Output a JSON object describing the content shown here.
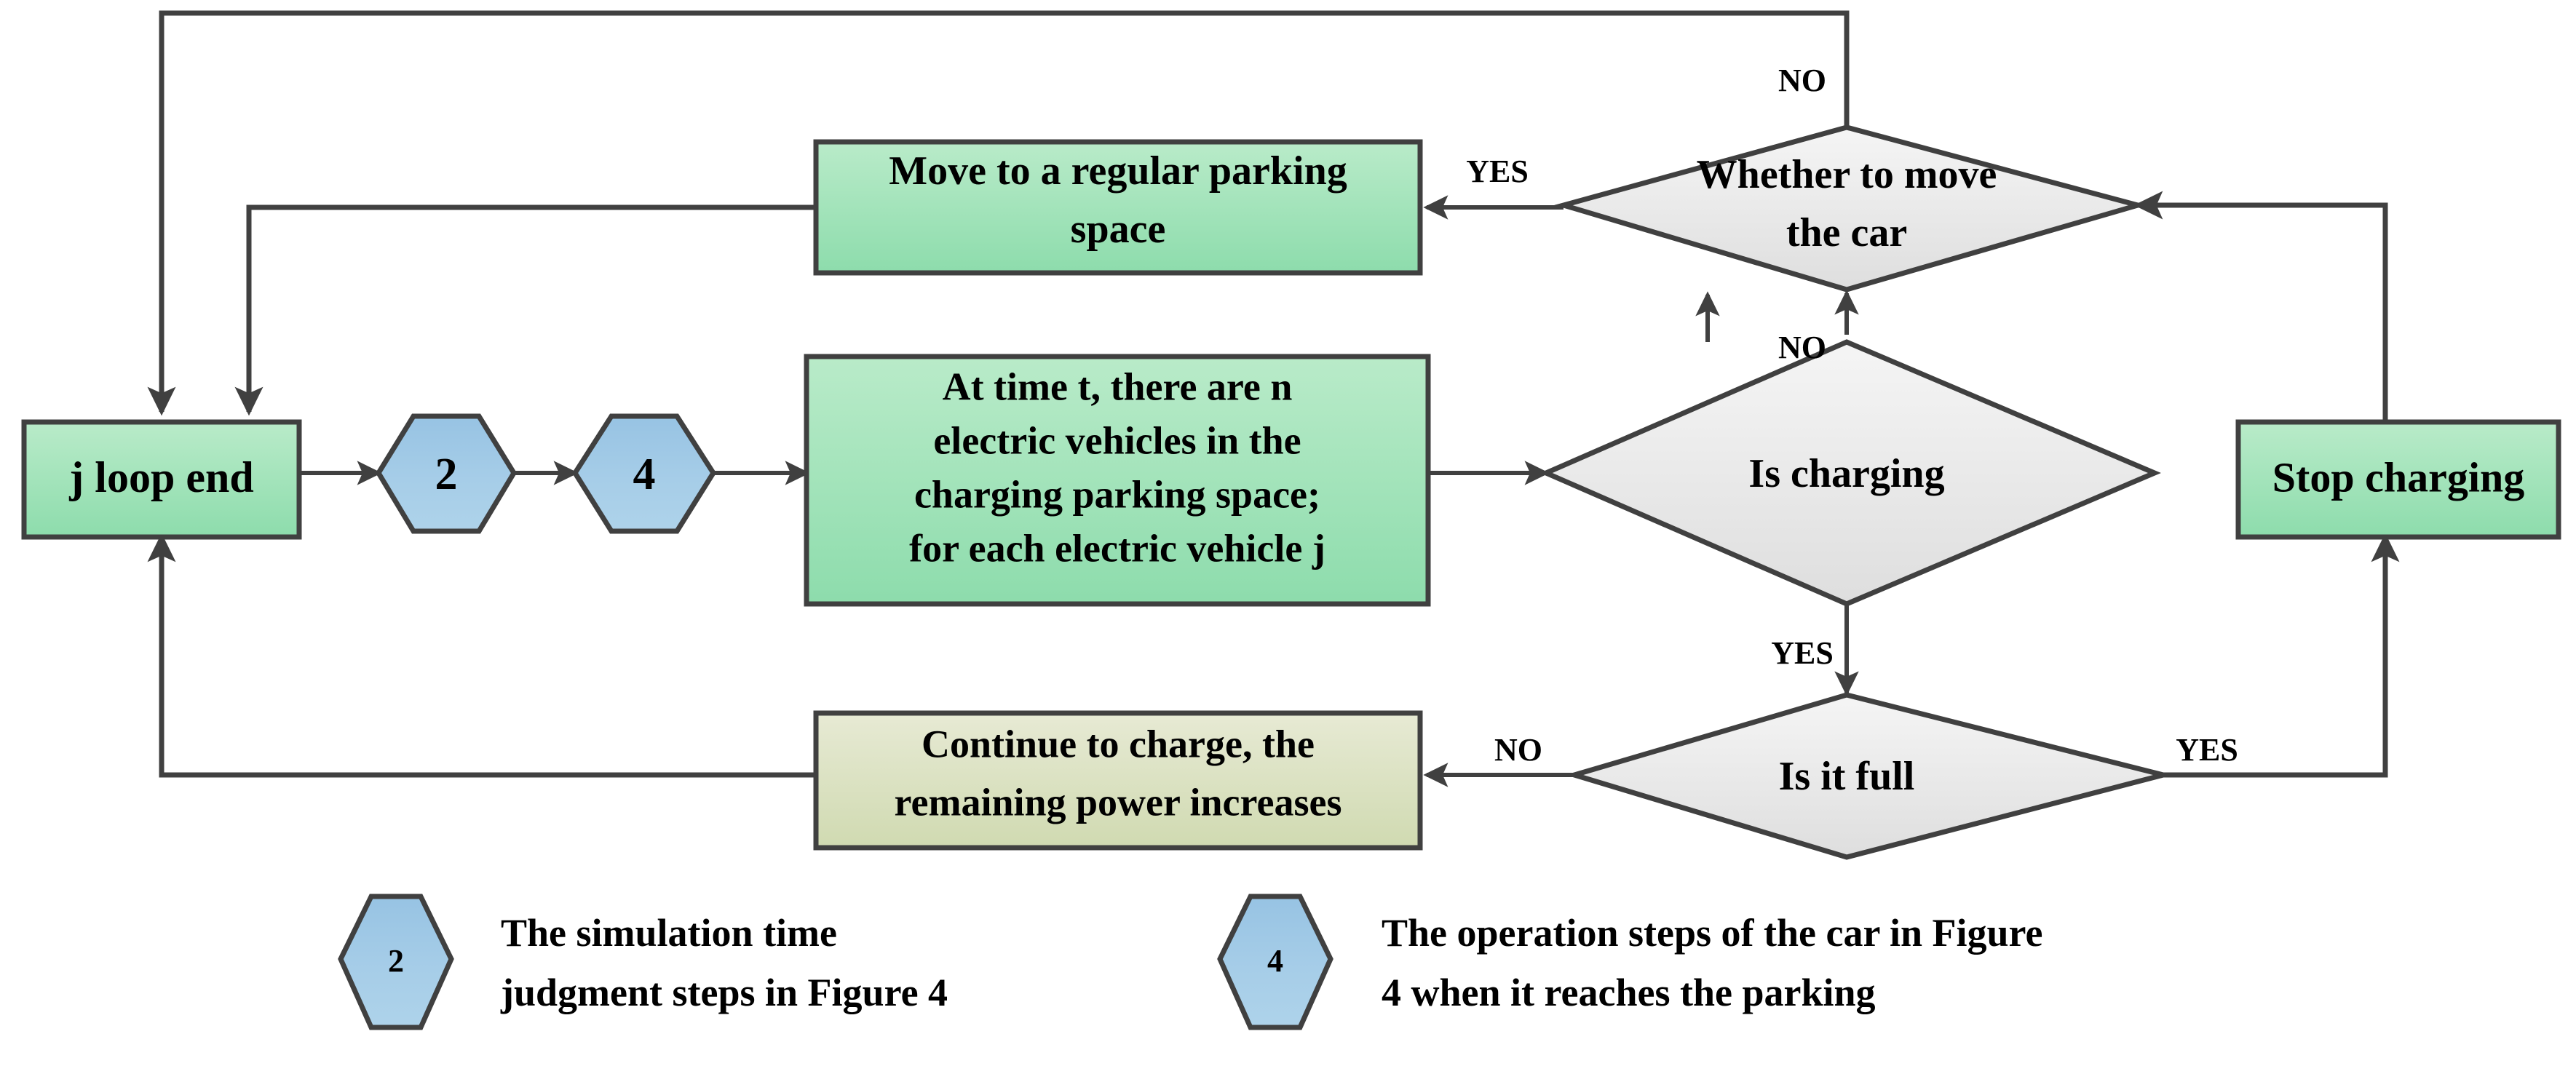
{
  "diagram": {
    "title": "Electric vehicle charging parking space simulation flowchart",
    "colors": {
      "green_box_top": "#B6E8C6",
      "green_box_bottom": "#8FDCAE",
      "olive_box_top": "#E4E8D0",
      "olive_box_bottom": "#D2DBB4",
      "diamond_top": "#F2F2F2",
      "diamond_bottom": "#E2E2E2",
      "hexagon_top": "#9FC8E5",
      "hexagon_bottom": "#A8CEE8",
      "outline": "#404040",
      "connector": "#404040",
      "text": "#000000",
      "background": "#FFFFFF"
    },
    "nodes": {
      "j_loop_end": {
        "label": "j loop end",
        "shape": "process"
      },
      "hex_2": {
        "label": "2",
        "shape": "hexagon"
      },
      "hex_4": {
        "label": "4",
        "shape": "hexagon"
      },
      "move_parking": {
        "label_line1": "Move to a regular parking",
        "label_line2": "space",
        "shape": "process"
      },
      "at_time_t": {
        "label_line1": "At time t, there are n",
        "label_line2": "electric vehicles in the",
        "label_line3": "charging parking space;",
        "label_line4": "for each electric vehicle j",
        "shape": "process"
      },
      "whether_move": {
        "label_line1": "Whether to move",
        "label_line2": "the car",
        "shape": "decision"
      },
      "is_charging": {
        "label": "Is charging",
        "shape": "decision"
      },
      "is_it_full": {
        "label": "Is it full",
        "shape": "decision"
      },
      "stop_charging": {
        "label": "Stop charging",
        "shape": "process"
      },
      "continue_charge": {
        "label_line1": "Continue to charge, the",
        "label_line2": "remaining power increases",
        "shape": "process"
      }
    },
    "edge_labels": {
      "whether_move_no": "NO",
      "whether_move_yes": "YES",
      "is_charging_no": "NO",
      "is_charging_yes": "YES",
      "is_it_full_no": "NO",
      "is_it_full_yes": "YES"
    },
    "legend": [
      {
        "symbol": "2",
        "text_line1": "The simulation time",
        "text_line2": "judgment steps in Figure 4"
      },
      {
        "symbol": "4",
        "text_line1": "The operation steps of the car in Figure",
        "text_line2": "4 when it reaches the parking"
      }
    ]
  }
}
